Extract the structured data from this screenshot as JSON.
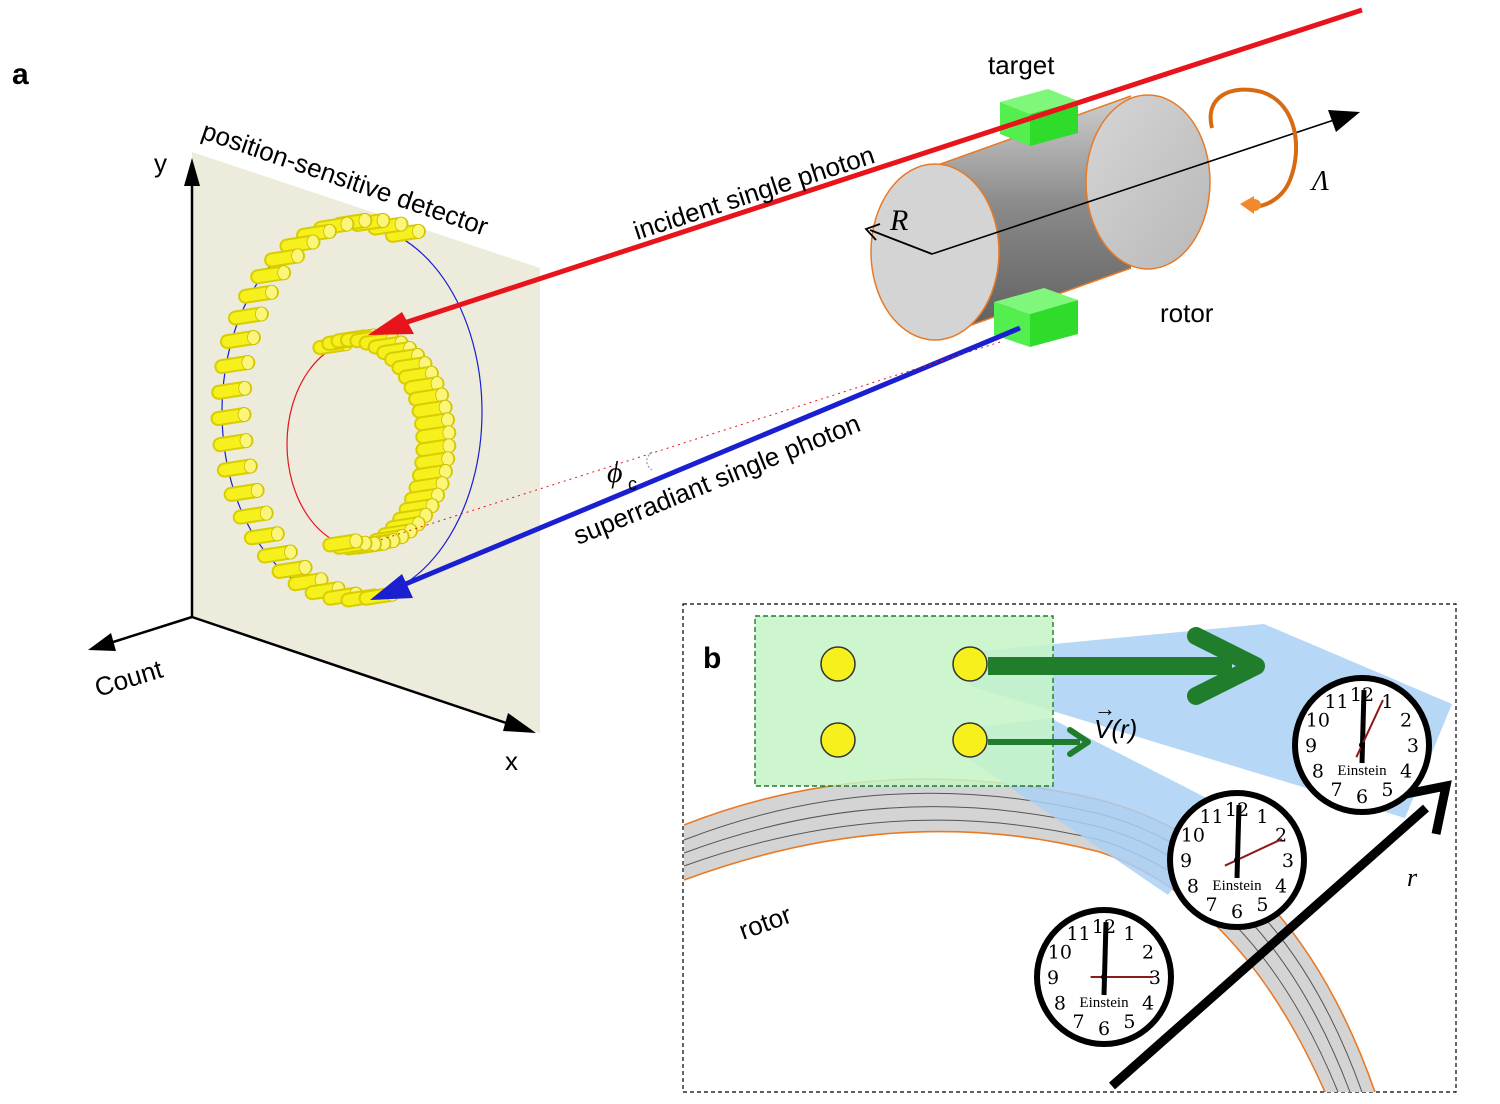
{
  "panel_a": {
    "panel_label": "a",
    "axis_y": "y",
    "axis_x": "x",
    "axis_count": "Count",
    "detector_label": "position-sensitive detector",
    "incident_label": "incident single photon",
    "superradiant_label": "superradiant single photon",
    "phi_symbol": "ϕ",
    "phi_sub": "c",
    "target_label": "target",
    "rotor_label": "rotor",
    "radius_label": "R",
    "lambda_label": "Λ"
  },
  "panel_b": {
    "panel_label": "b",
    "velocity_label": "V(r)",
    "velocity_arrow": "→",
    "r_label": "r",
    "rotor_label": "rotor",
    "clock_brand": "Einstein",
    "clock_numbers": [
      "12",
      "1",
      "2",
      "3",
      "4",
      "5",
      "6",
      "7",
      "8",
      "9",
      "10",
      "11"
    ]
  },
  "colors": {
    "incident": "#e8141c",
    "superradiant": "#1a1fd0",
    "target": "#3cf03a",
    "detector": "#ecebdc",
    "bar": "#f6f01c",
    "velocity": "#1f7d2c",
    "beam": "#a9d0f5",
    "rotor_band": "#d4d4d4",
    "rotor_edge": "#e87a26"
  }
}
